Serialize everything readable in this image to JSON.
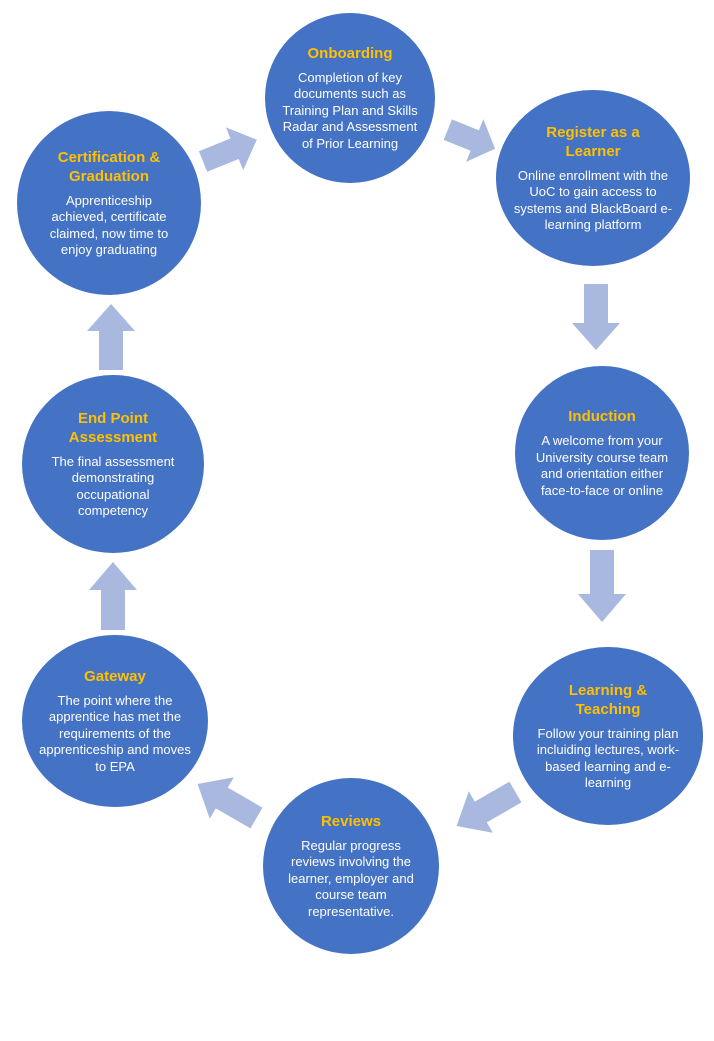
{
  "stages": [
    {
      "title": "Onboarding",
      "description": "Completion of key documents such as Training Plan and Skills Radar and Assessment of Prior Learning"
    },
    {
      "title": "Register as a Learner",
      "description": "Online enrollment with the UoC to gain access to systems and BlackBoard e-learning platform"
    },
    {
      "title": "Induction",
      "description": "A welcome from your University course team and orientation either face-to-face or online"
    },
    {
      "title": "Learning & Teaching",
      "description": "Follow your training plan incluiding lectures, work-based learning and e-learning"
    },
    {
      "title": "Reviews",
      "description": "Regular progress reviews involving the learner, employer and course team representative."
    },
    {
      "title": "Gateway",
      "description": "The point where the apprentice has met the requirements of the apprenticeship and moves to EPA"
    },
    {
      "title": "End Point Assessment",
      "description": "The final assessment demonstrating occupational competency"
    },
    {
      "title": "Certification & Graduation",
      "description": "Apprenticeship achieved, certificate claimed, now time to enjoy graduating"
    }
  ],
  "colors": {
    "circle_fill": "#4472c4",
    "title_text": "#ffc000",
    "body_text": "#ffffff",
    "arrow_fill": "#a9b8de"
  },
  "icons": {
    "connector": "block-arrow-icon"
  }
}
